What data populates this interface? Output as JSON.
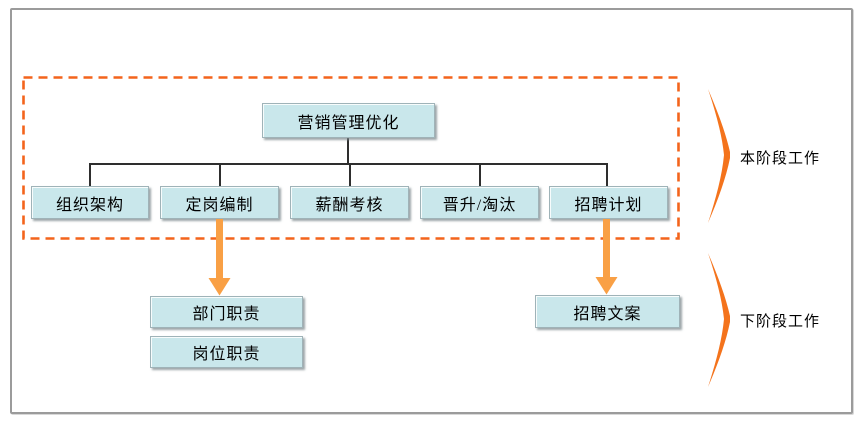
{
  "diagram": {
    "root_box": {
      "label": "营销管理优化"
    },
    "current_stage_boxes": [
      {
        "label": "组织架构"
      },
      {
        "label": "定岗编制"
      },
      {
        "label": "薪酬考核"
      },
      {
        "label": "晋升/淘汰"
      },
      {
        "label": "招聘计划"
      }
    ],
    "next_stage_boxes_left": [
      {
        "label": "部门职责"
      },
      {
        "label": "岗位职责"
      }
    ],
    "next_stage_boxes_right": [
      {
        "label": "招聘文案"
      }
    ],
    "side_labels": {
      "current_stage": "本阶段工作",
      "next_stage": "下阶段工作"
    },
    "colors": {
      "box_fill": "#c9e7eb",
      "box_shadow": "#8a9a9e",
      "dashed_border": "#f3641c",
      "arrow": "#f9a045",
      "brace": "#f4731c",
      "connector_line": "#2e2e2e",
      "outer_frame_border": "#9b9b9b"
    }
  }
}
